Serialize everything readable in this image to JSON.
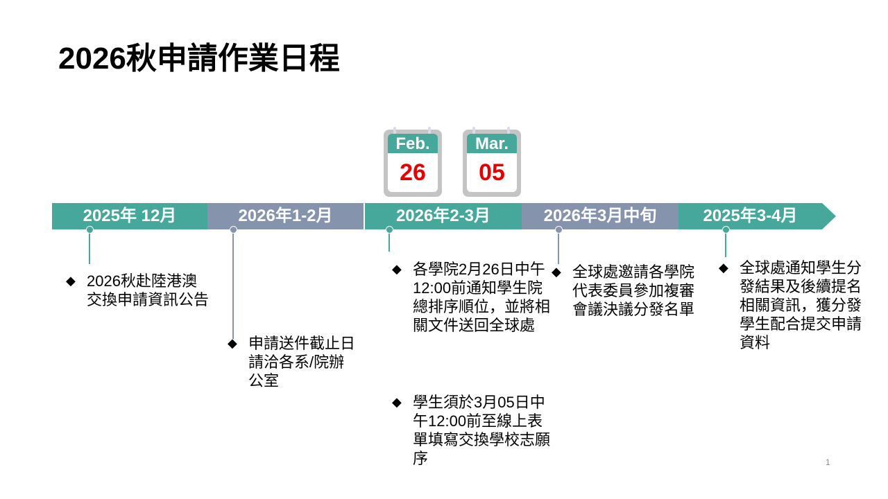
{
  "title": "2026秋申請作業日程",
  "calendars": [
    {
      "month": "Feb.",
      "day": "26"
    },
    {
      "month": "Mar.",
      "day": "05"
    }
  ],
  "timeline": [
    {
      "label": "2025年 12月",
      "items": [
        "2026秋赴陸港澳交換申請資訊公告"
      ]
    },
    {
      "label": "2026年1-2月",
      "items": [
        "申請送件截止日請洽各系/院辦公室"
      ]
    },
    {
      "label": "2026年2-3月",
      "items": [
        "各學院2月26日中午12:00前通知學生院總排序順位，並將相關文件送回全球處",
        "學生須於3月05日中午12:00前至線上表單填寫交換學校志願序"
      ]
    },
    {
      "label": "2026年3月中旬",
      "items": [
        "全球處邀請各學院代表委員參加複審會議決議分發名單"
      ]
    },
    {
      "label": "2025年3-4月",
      "items": [
        "全球處通知學生分發結果及後續提名相關資訊，獲分發學生配合提交申請資料"
      ]
    }
  ],
  "colors": {
    "teal": "#45a89a",
    "gray": "#8593ad",
    "red": "#e60000"
  },
  "page_number": "1"
}
